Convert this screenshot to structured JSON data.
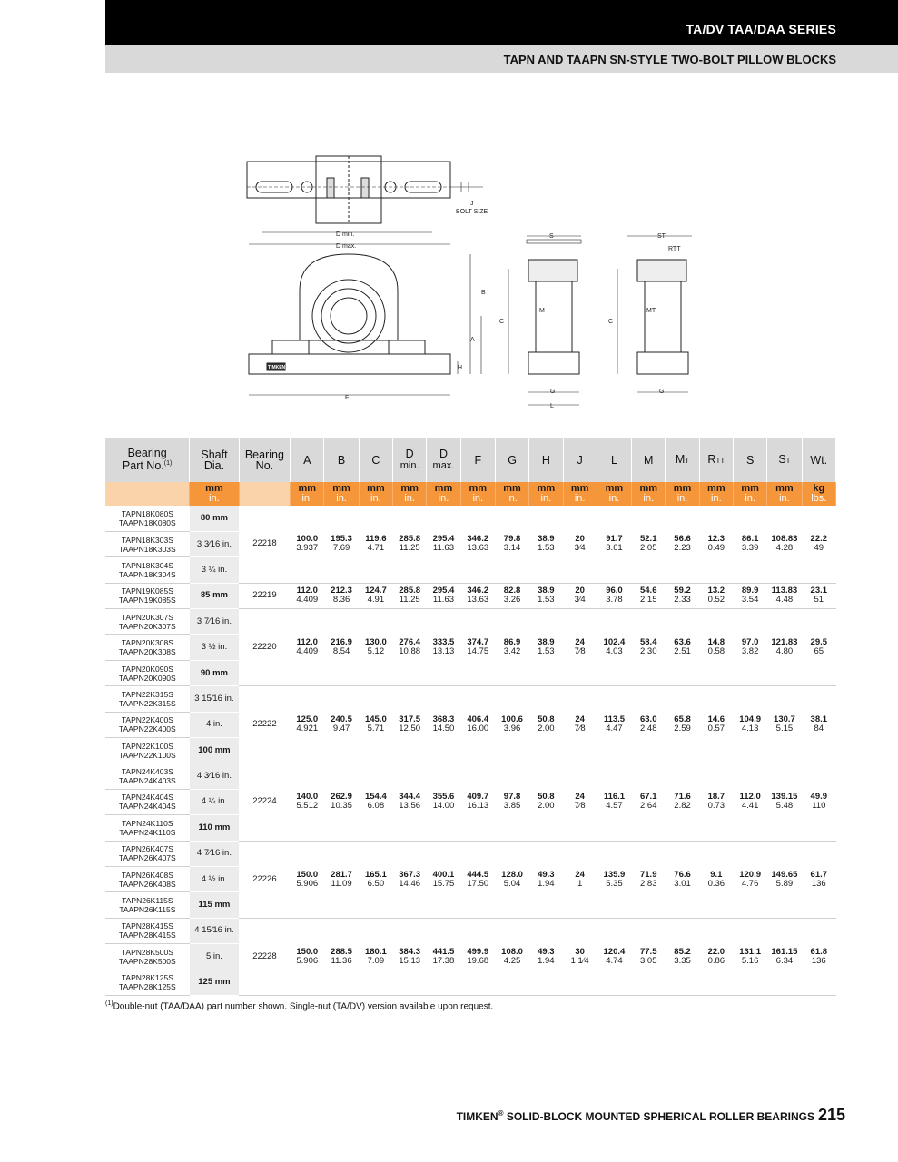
{
  "header": {
    "series": "TA/DV TAA/DAA SERIES",
    "subtitle": "TAPN AND TAAPN SN-STYLE TWO-BOLT PILLOW BLOCKS"
  },
  "drawing": {
    "labels": {
      "j": "J",
      "bolt_size": "BOLT SIZE",
      "dmin": "D min.",
      "dmax": "D max.",
      "a": "A",
      "b": "B",
      "c": "C",
      "f": "F",
      "h": "H",
      "s": "S",
      "st": "ST",
      "rtt": "RTT",
      "m": "M",
      "mt": "MT",
      "g": "G",
      "l": "L",
      "logo": "TIMKEN"
    }
  },
  "table": {
    "headers": {
      "part": "Bearing\nPart No.",
      "part_note": "(1)",
      "shaft": "Shaft\nDia.",
      "bno": "Bearing\nNo.",
      "A": "A",
      "B": "B",
      "C": "C",
      "Dmin_top": "D",
      "Dmin_bot": "min.",
      "Dmax_top": "D",
      "Dmax_bot": "max.",
      "F": "F",
      "G": "G",
      "H": "H",
      "J": "J",
      "L": "L",
      "M": "M",
      "MT_top": "M",
      "MT_sub": "T",
      "RTT_top": "R",
      "RTT_sub": "TT",
      "S": "S",
      "ST_top": "S",
      "ST_sub": "T",
      "Wt": "Wt."
    },
    "units": {
      "shaft_top": "mm",
      "shaft_bot": "in.",
      "dim_top": "mm",
      "dim_bot": "in.",
      "wt_top": "kg",
      "wt_bot": "lbs."
    },
    "groups": [
      {
        "bearing_no": "22218",
        "rows": [
          {
            "part": "TAPN18K080S\nTAAPN18K080S",
            "shaft": "80 mm",
            "bold": true
          },
          {
            "part": "TAPN18K303S\nTAAPN18K303S",
            "shaft": "3 3⁄16 in.",
            "bold": false
          },
          {
            "part": "TAPN18K304S\nTAAPN18K304S",
            "shaft": "3 ¼ in.",
            "bold": false
          }
        ],
        "dims": [
          [
            "100.0",
            "3.937"
          ],
          [
            "195.3",
            "7.69"
          ],
          [
            "119.6",
            "4.71"
          ],
          [
            "285.8",
            "11.25"
          ],
          [
            "295.4",
            "11.63"
          ],
          [
            "346.2",
            "13.63"
          ],
          [
            "79.8",
            "3.14"
          ],
          [
            "38.9",
            "1.53"
          ],
          [
            "20",
            "3⁄4"
          ],
          [
            "91.7",
            "3.61"
          ],
          [
            "52.1",
            "2.05"
          ],
          [
            "56.6",
            "2.23"
          ],
          [
            "12.3",
            "0.49"
          ],
          [
            "86.1",
            "3.39"
          ],
          [
            "108.83",
            "4.28"
          ],
          [
            "22.2",
            "49"
          ]
        ]
      },
      {
        "bearing_no": "22219",
        "rows": [
          {
            "part": "TAPN19K085S\nTAAPN19K085S",
            "shaft": "85 mm",
            "bold": true
          }
        ],
        "dims": [
          [
            "112.0",
            "4.409"
          ],
          [
            "212.3",
            "8.36"
          ],
          [
            "124.7",
            "4.91"
          ],
          [
            "285.8",
            "11.25"
          ],
          [
            "295.4",
            "11.63"
          ],
          [
            "346.2",
            "13.63"
          ],
          [
            "82.8",
            "3.26"
          ],
          [
            "38.9",
            "1.53"
          ],
          [
            "20",
            "3⁄4"
          ],
          [
            "96.0",
            "3.78"
          ],
          [
            "54.6",
            "2.15"
          ],
          [
            "59.2",
            "2.33"
          ],
          [
            "13.2",
            "0.52"
          ],
          [
            "89.9",
            "3.54"
          ],
          [
            "113.83",
            "4.48"
          ],
          [
            "23.1",
            "51"
          ]
        ]
      },
      {
        "bearing_no": "22220",
        "rows": [
          {
            "part": "TAPN20K307S\nTAAPN20K307S",
            "shaft": "3 7⁄16 in.",
            "bold": false
          },
          {
            "part": "TAPN20K308S\nTAAPN20K308S",
            "shaft": "3 ½ in.",
            "bold": false
          },
          {
            "part": "TAPN20K090S\nTAAPN20K090S",
            "shaft": "90 mm",
            "bold": true
          }
        ],
        "dims": [
          [
            "112.0",
            "4.409"
          ],
          [
            "216.9",
            "8.54"
          ],
          [
            "130.0",
            "5.12"
          ],
          [
            "276.4",
            "10.88"
          ],
          [
            "333.5",
            "13.13"
          ],
          [
            "374.7",
            "14.75"
          ],
          [
            "86.9",
            "3.42"
          ],
          [
            "38.9",
            "1.53"
          ],
          [
            "24",
            "7⁄8"
          ],
          [
            "102.4",
            "4.03"
          ],
          [
            "58.4",
            "2.30"
          ],
          [
            "63.6",
            "2.51"
          ],
          [
            "14.8",
            "0.58"
          ],
          [
            "97.0",
            "3.82"
          ],
          [
            "121.83",
            "4.80"
          ],
          [
            "29.5",
            "65"
          ]
        ]
      },
      {
        "bearing_no": "22222",
        "rows": [
          {
            "part": "TAPN22K315S\nTAAPN22K315S",
            "shaft": "3 15⁄16 in.",
            "bold": false
          },
          {
            "part": "TAPN22K400S\nTAAPN22K400S",
            "shaft": "4 in.",
            "bold": false
          },
          {
            "part": "TAPN22K100S\nTAAPN22K100S",
            "shaft": "100 mm",
            "bold": true
          }
        ],
        "dims": [
          [
            "125.0",
            "4.921"
          ],
          [
            "240.5",
            "9.47"
          ],
          [
            "145.0",
            "5.71"
          ],
          [
            "317.5",
            "12.50"
          ],
          [
            "368.3",
            "14.50"
          ],
          [
            "406.4",
            "16.00"
          ],
          [
            "100.6",
            "3.96"
          ],
          [
            "50.8",
            "2.00"
          ],
          [
            "24",
            "7⁄8"
          ],
          [
            "113.5",
            "4.47"
          ],
          [
            "63.0",
            "2.48"
          ],
          [
            "65.8",
            "2.59"
          ],
          [
            "14.6",
            "0.57"
          ],
          [
            "104.9",
            "4.13"
          ],
          [
            "130.7",
            "5.15"
          ],
          [
            "38.1",
            "84"
          ]
        ]
      },
      {
        "bearing_no": "22224",
        "rows": [
          {
            "part": "TAPN24K403S\nTAAPN24K403S",
            "shaft": "4 3⁄16 in.",
            "bold": false
          },
          {
            "part": "TAPN24K404S\nTAAPN24K404S",
            "shaft": "4 ¼ in.",
            "bold": false
          },
          {
            "part": "TAPN24K110S\nTAAPN24K110S",
            "shaft": "110 mm",
            "bold": true
          }
        ],
        "dims": [
          [
            "140.0",
            "5.512"
          ],
          [
            "262.9",
            "10.35"
          ],
          [
            "154.4",
            "6.08"
          ],
          [
            "344.4",
            "13.56"
          ],
          [
            "355.6",
            "14.00"
          ],
          [
            "409.7",
            "16.13"
          ],
          [
            "97.8",
            "3.85"
          ],
          [
            "50.8",
            "2.00"
          ],
          [
            "24",
            "7⁄8"
          ],
          [
            "116.1",
            "4.57"
          ],
          [
            "67.1",
            "2.64"
          ],
          [
            "71.6",
            "2.82"
          ],
          [
            "18.7",
            "0.73"
          ],
          [
            "112.0",
            "4.41"
          ],
          [
            "139.15",
            "5.48"
          ],
          [
            "49.9",
            "110"
          ]
        ]
      },
      {
        "bearing_no": "22226",
        "rows": [
          {
            "part": "TAPN26K407S\nTAAPN26K407S",
            "shaft": "4 7⁄16 in.",
            "bold": false
          },
          {
            "part": "TAPN26K408S\nTAAPN26K408S",
            "shaft": "4 ½ in.",
            "bold": false
          },
          {
            "part": "TAPN26K115S\nTAAPN26K115S",
            "shaft": "115 mm",
            "bold": true
          }
        ],
        "dims": [
          [
            "150.0",
            "5.906"
          ],
          [
            "281.7",
            "11.09"
          ],
          [
            "165.1",
            "6.50"
          ],
          [
            "367.3",
            "14.46"
          ],
          [
            "400.1",
            "15.75"
          ],
          [
            "444.5",
            "17.50"
          ],
          [
            "128.0",
            "5.04"
          ],
          [
            "49.3",
            "1.94"
          ],
          [
            "24",
            "1"
          ],
          [
            "135.9",
            "5.35"
          ],
          [
            "71.9",
            "2.83"
          ],
          [
            "76.6",
            "3.01"
          ],
          [
            "9.1",
            "0.36"
          ],
          [
            "120.9",
            "4.76"
          ],
          [
            "149.65",
            "5.89"
          ],
          [
            "61.7",
            "136"
          ]
        ]
      },
      {
        "bearing_no": "22228",
        "rows": [
          {
            "part": "TAPN28K415S\nTAAPN28K415S",
            "shaft": "4 15⁄16 in.",
            "bold": false
          },
          {
            "part": "TAPN28K500S\nTAAPN28K500S",
            "shaft": "5 in.",
            "bold": false
          },
          {
            "part": "TAPN28K125S\nTAAPN28K125S",
            "shaft": "125 mm",
            "bold": true
          }
        ],
        "dims": [
          [
            "150.0",
            "5.906"
          ],
          [
            "288.5",
            "11.36"
          ],
          [
            "180.1",
            "7.09"
          ],
          [
            "384.3",
            "15.13"
          ],
          [
            "441.5",
            "17.38"
          ],
          [
            "499.9",
            "19.68"
          ],
          [
            "108.0",
            "4.25"
          ],
          [
            "49.3",
            "1.94"
          ],
          [
            "30",
            "1 1⁄4"
          ],
          [
            "120.4",
            "4.74"
          ],
          [
            "77.5",
            "3.05"
          ],
          [
            "85.2",
            "3.35"
          ],
          [
            "22.0",
            "0.86"
          ],
          [
            "131.1",
            "5.16"
          ],
          [
            "161.15",
            "6.34"
          ],
          [
            "61.8",
            "136"
          ]
        ]
      }
    ]
  },
  "footnote": {
    "mark": "(1)",
    "text": "Double-nut (TAA/DAA) part number shown. Single-nut (TA/DV) version available upon request."
  },
  "footer": {
    "brand": "TIMKEN",
    "reg": "®",
    "title": " SOLID-BLOCK MOUNTED SPHERICAL ROLLER BEARINGS",
    "page": "215"
  }
}
